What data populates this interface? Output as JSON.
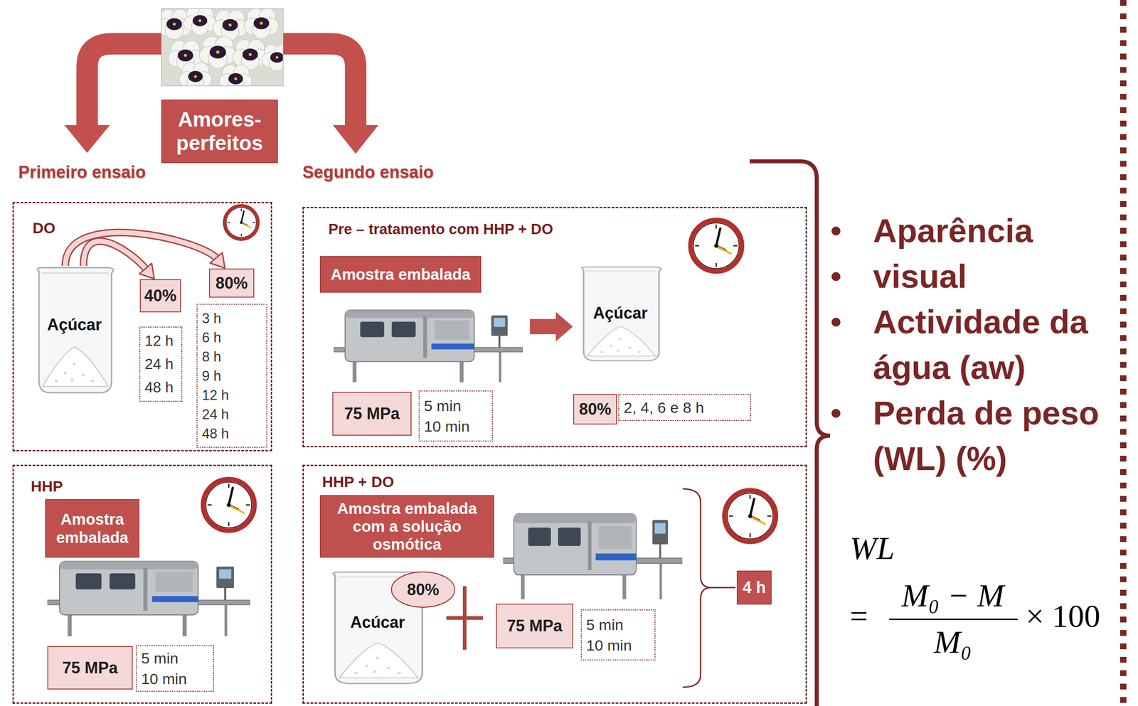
{
  "diagram": {
    "nodes": [
      {
        "text": [
          "Amores-perfeitos"
        ]
      },
      {
        "text": [
          "DO"
        ]
      },
      {
        "text": [
          "Açúcar"
        ],
        "in": 1
      },
      {
        "text": [
          "40%"
        ],
        "in": 1
      },
      {
        "text": [
          "80%"
        ],
        "in": 1
      },
      {
        "text": [
          "12 h",
          "24 h",
          "48 h"
        ],
        "in": 1
      },
      {
        "text": [
          "3 h",
          "6 h",
          "8 h",
          "9 h",
          "12 h",
          "24 h",
          "48 h"
        ],
        "in": 1
      },
      {
        "text": [
          "HHP"
        ]
      },
      {
        "text": [
          "Amostra embalada"
        ],
        "in": 7
      },
      {
        "text": [
          "75 MPa"
        ],
        "in": 7
      },
      {
        "text": [
          "5 min",
          "10 min"
        ],
        "in": 7
      },
      {
        "text": [
          "Pre – tratamento com HHP + DO"
        ]
      },
      {
        "text": [
          "Amostra embalada"
        ],
        "in": 11
      },
      {
        "text": [
          "Açúcar"
        ],
        "in": 11
      },
      {
        "text": [
          "75 MPa"
        ],
        "in": 11
      },
      {
        "text": [
          "5 min",
          "10 min"
        ],
        "in": 11
      },
      {
        "text": [
          "80%"
        ],
        "in": 11
      },
      {
        "text": [
          "2, 4, 6 e 8 h"
        ],
        "in": 11
      },
      {
        "text": [
          "HHP + DO"
        ]
      },
      {
        "text": [
          "Amostra embalada com a solução osmótica"
        ],
        "in": 18
      },
      {
        "text": [
          "Acúcar"
        ],
        "in": 18
      },
      {
        "text": [
          "80%"
        ],
        "in": 18
      },
      {
        "text": [
          "75 MPa"
        ],
        "in": 18
      },
      {
        "text": [
          "5 min",
          "10 min"
        ],
        "in": 18
      },
      {
        "text": [
          "4 h"
        ],
        "in": 18
      }
    ],
    "edges": [
      {
        "from": 2,
        "to": 3,
        "arrow": "to"
      },
      {
        "from": 2,
        "to": 4,
        "arrow": "to"
      }
    ],
    "labels": [
      "Primeiro ensaio",
      "Segundo ensaio",
      "Aparência",
      "visual",
      "Actividade da água (aw)",
      "Perda de peso (WL) (%)",
      "WL",
      "=",
      "M₀ − M",
      "M₀",
      "× 100"
    ]
  }
}
